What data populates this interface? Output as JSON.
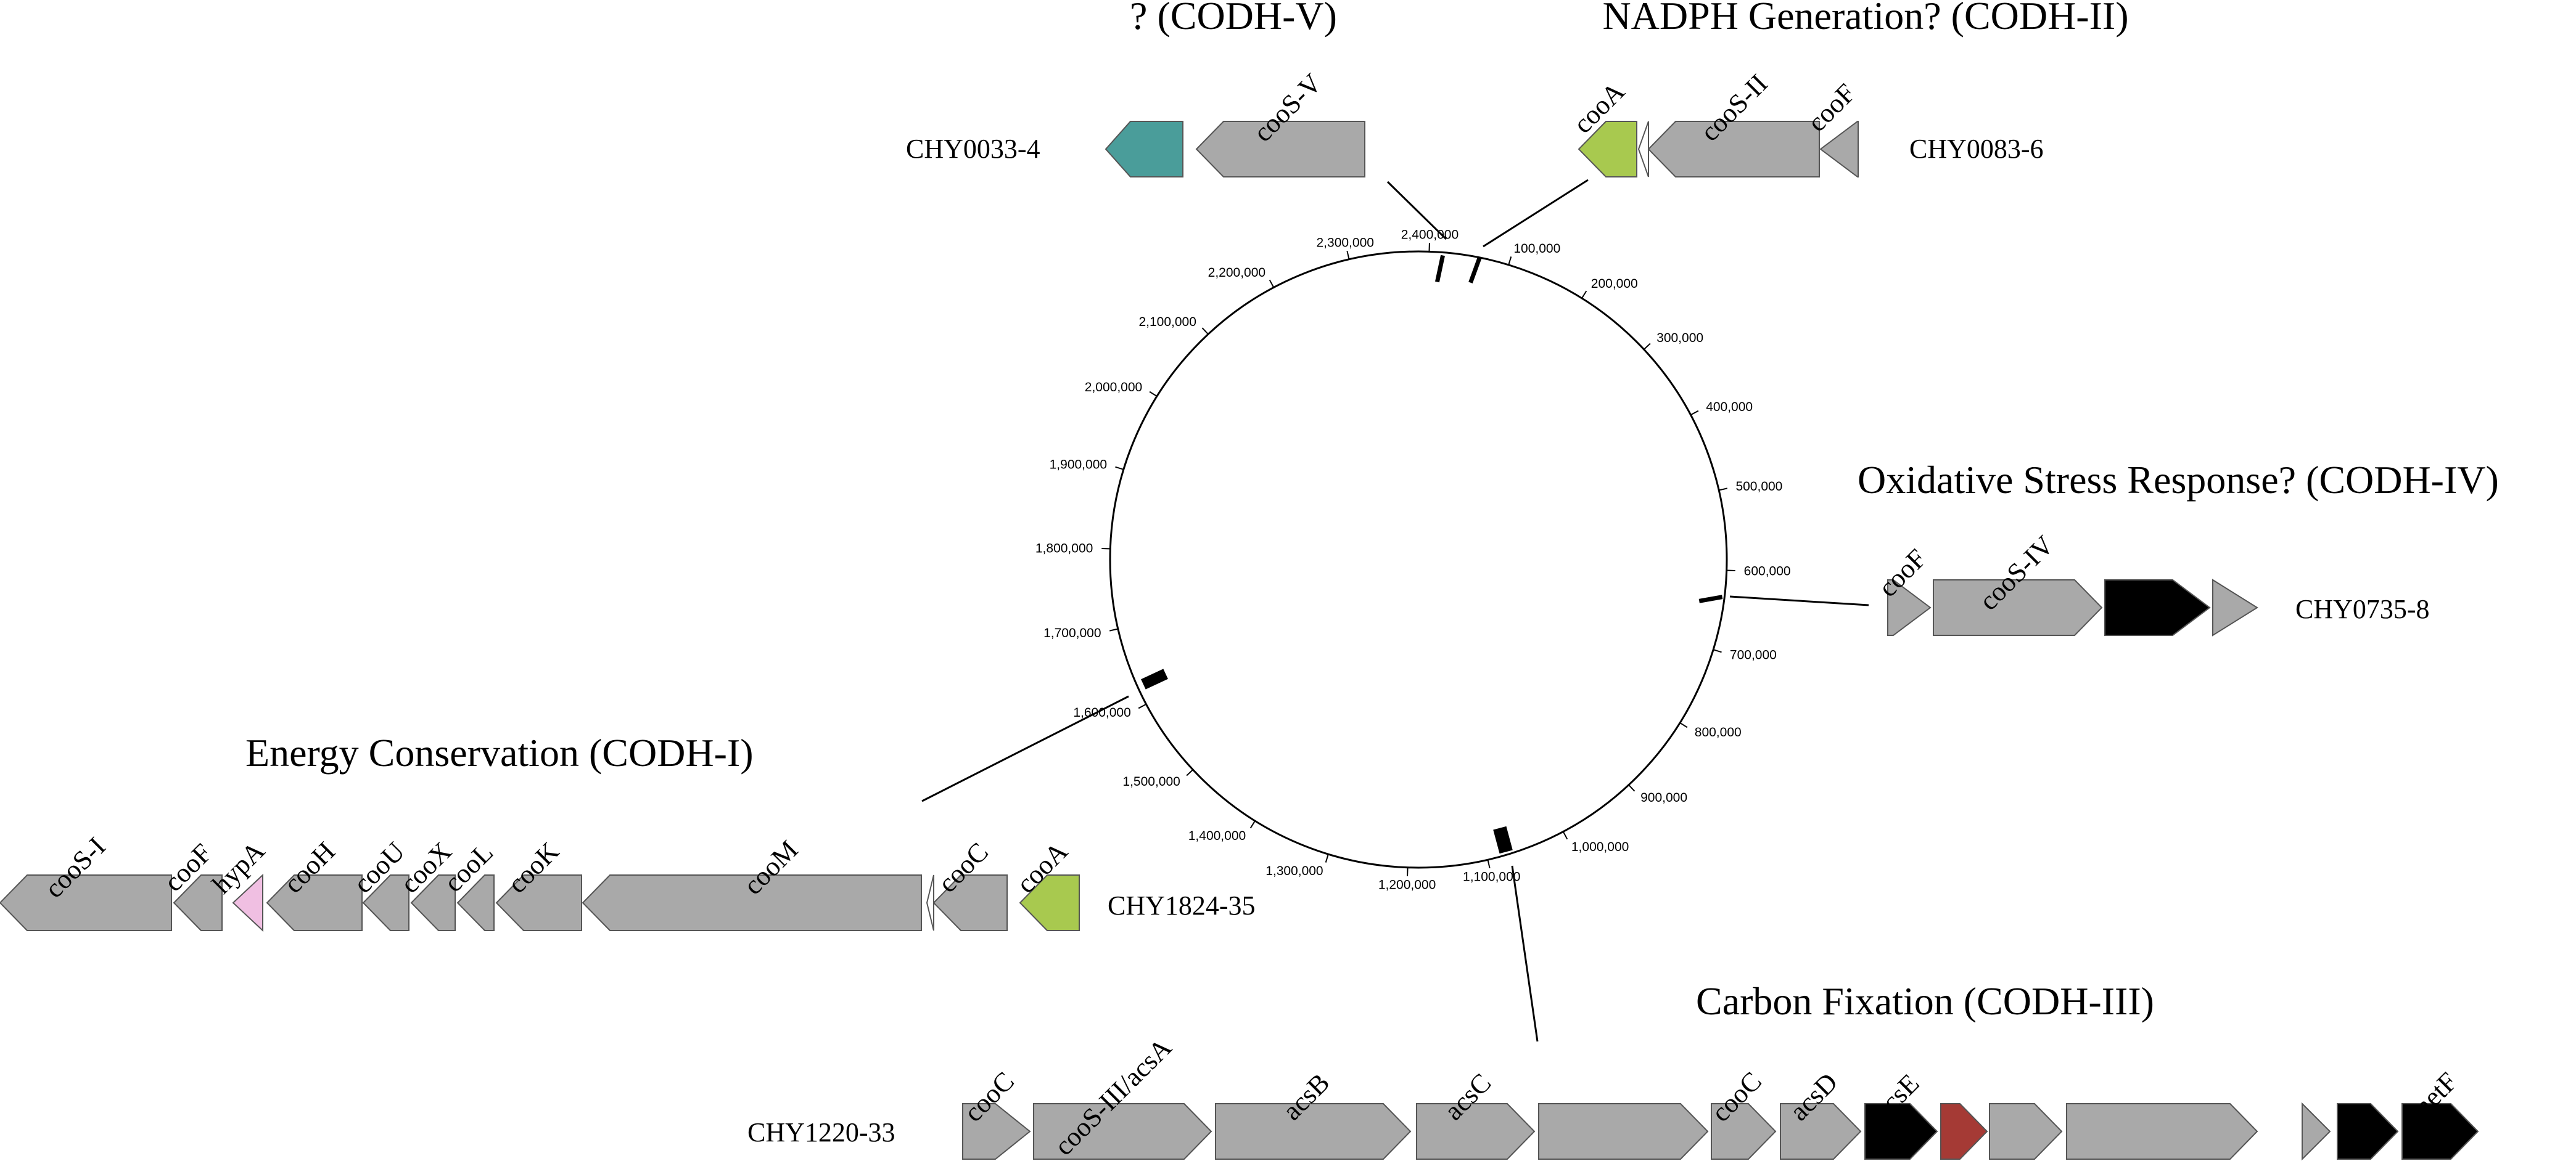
{
  "colors": {
    "gray": "#a9a9a9",
    "teal": "#4a9d9a",
    "green": "#a8c94f",
    "pink": "#f0bfe2",
    "black": "#000000",
    "red": "#a53a35",
    "white": "#ffffff"
  },
  "genome": {
    "ticks": [
      "2,400,000",
      "100,000",
      "200,000",
      "300,000",
      "400,000",
      "500,000",
      "600,000",
      "700,000",
      "800,000",
      "900,000",
      "1,000,000",
      "1,100,000",
      "1,200,000",
      "1,300,000",
      "1,400,000",
      "1,500,000",
      "1,600,000",
      "1,700,000",
      "1,800,000",
      "1,900,000",
      "2,000,000",
      "2,100,000",
      "2,200,000",
      "2,300,000"
    ]
  },
  "clusters": [
    {
      "id": "codh-v",
      "title": "? (CODH-V)",
      "locus": "CHY0033-4",
      "genes": [
        {
          "label": "",
          "color": "teal"
        },
        {
          "label": "cooS-V",
          "color": "gray"
        }
      ]
    },
    {
      "id": "codh-ii",
      "title": "NADPH Generation? (CODH-II)",
      "locus": "CHY0083-6",
      "genes": [
        {
          "label": "cooA",
          "color": "green"
        },
        {
          "label": "",
          "color": "white"
        },
        {
          "label": "cooS-II",
          "color": "gray"
        },
        {
          "label": "cooF",
          "color": "gray"
        }
      ]
    },
    {
      "id": "codh-iv",
      "title": "Oxidative Stress Response? (CODH-IV)",
      "locus": "CHY0735-8",
      "genes": [
        {
          "label": "cooF",
          "color": "gray"
        },
        {
          "label": "cooS-IV",
          "color": "gray"
        },
        {
          "label": "",
          "color": "black"
        },
        {
          "label": "",
          "color": "gray"
        }
      ]
    },
    {
      "id": "codh-i",
      "title": "Energy Conservation (CODH-I)",
      "locus": "CHY1824-35",
      "genes": [
        {
          "label": "cooS-I",
          "color": "gray"
        },
        {
          "label": "cooF",
          "color": "gray"
        },
        {
          "label": "hypA",
          "color": "pink"
        },
        {
          "label": "cooH",
          "color": "gray"
        },
        {
          "label": "cooU",
          "color": "gray"
        },
        {
          "label": "cooX",
          "color": "gray"
        },
        {
          "label": "cooL",
          "color": "gray"
        },
        {
          "label": "cooK",
          "color": "gray"
        },
        {
          "label": "cooM",
          "color": "gray"
        },
        {
          "label": "",
          "color": "white"
        },
        {
          "label": "cooC",
          "color": "gray"
        },
        {
          "label": "cooA",
          "color": "green"
        }
      ]
    },
    {
      "id": "codh-iii",
      "title": "Carbon Fixation (CODH-III)",
      "locus": "CHY1220-33",
      "genes": [
        {
          "label": "cooC",
          "color": "gray"
        },
        {
          "label": "cooS-III/acsA",
          "color": "gray"
        },
        {
          "label": "acsB",
          "color": "gray"
        },
        {
          "label": "acsC",
          "color": "gray"
        },
        {
          "label": "",
          "color": "gray"
        },
        {
          "label": "cooC",
          "color": "gray"
        },
        {
          "label": "acsD",
          "color": "gray"
        },
        {
          "label": "acsE",
          "color": "black"
        },
        {
          "label": "",
          "color": "red"
        },
        {
          "label": "",
          "color": "gray"
        },
        {
          "label": "",
          "color": "gray"
        },
        {
          "label": "",
          "color": "gray"
        },
        {
          "label": "",
          "color": "black"
        },
        {
          "label": "metF",
          "color": "black"
        }
      ]
    }
  ]
}
